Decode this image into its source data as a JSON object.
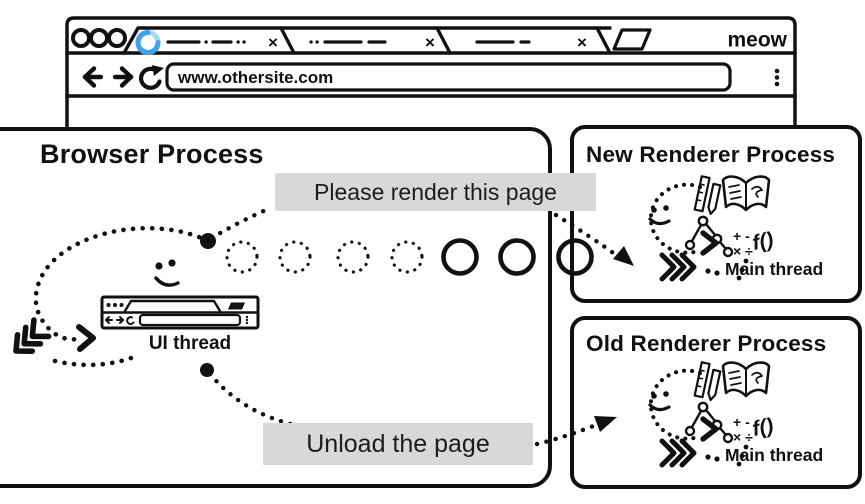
{
  "browser_window": {
    "url": "www.othersite.com",
    "brand": "meow",
    "tab_close": "×"
  },
  "browser_process": {
    "title": "Browser Process",
    "ui_thread_label": "UI thread"
  },
  "messages": {
    "render_request": "Please render this page",
    "unload_command": "Unload the page"
  },
  "renderers": {
    "new": {
      "title": "New Renderer Process",
      "main_thread_label": "Main thread",
      "math_top": "+ -",
      "math_bottom": "× ÷",
      "function_label": "f()"
    },
    "old": {
      "title": "Old Renderer Process",
      "main_thread_label": "Main thread",
      "math_top": "+ -",
      "math_bottom": "× ÷",
      "function_label": "f()"
    }
  },
  "colors": {
    "spinner_blue": "#3fa2ec",
    "spinner_light_blue": "#a8d6f3",
    "bubble_gray": "#d8d8d8",
    "ink": "#111111"
  }
}
